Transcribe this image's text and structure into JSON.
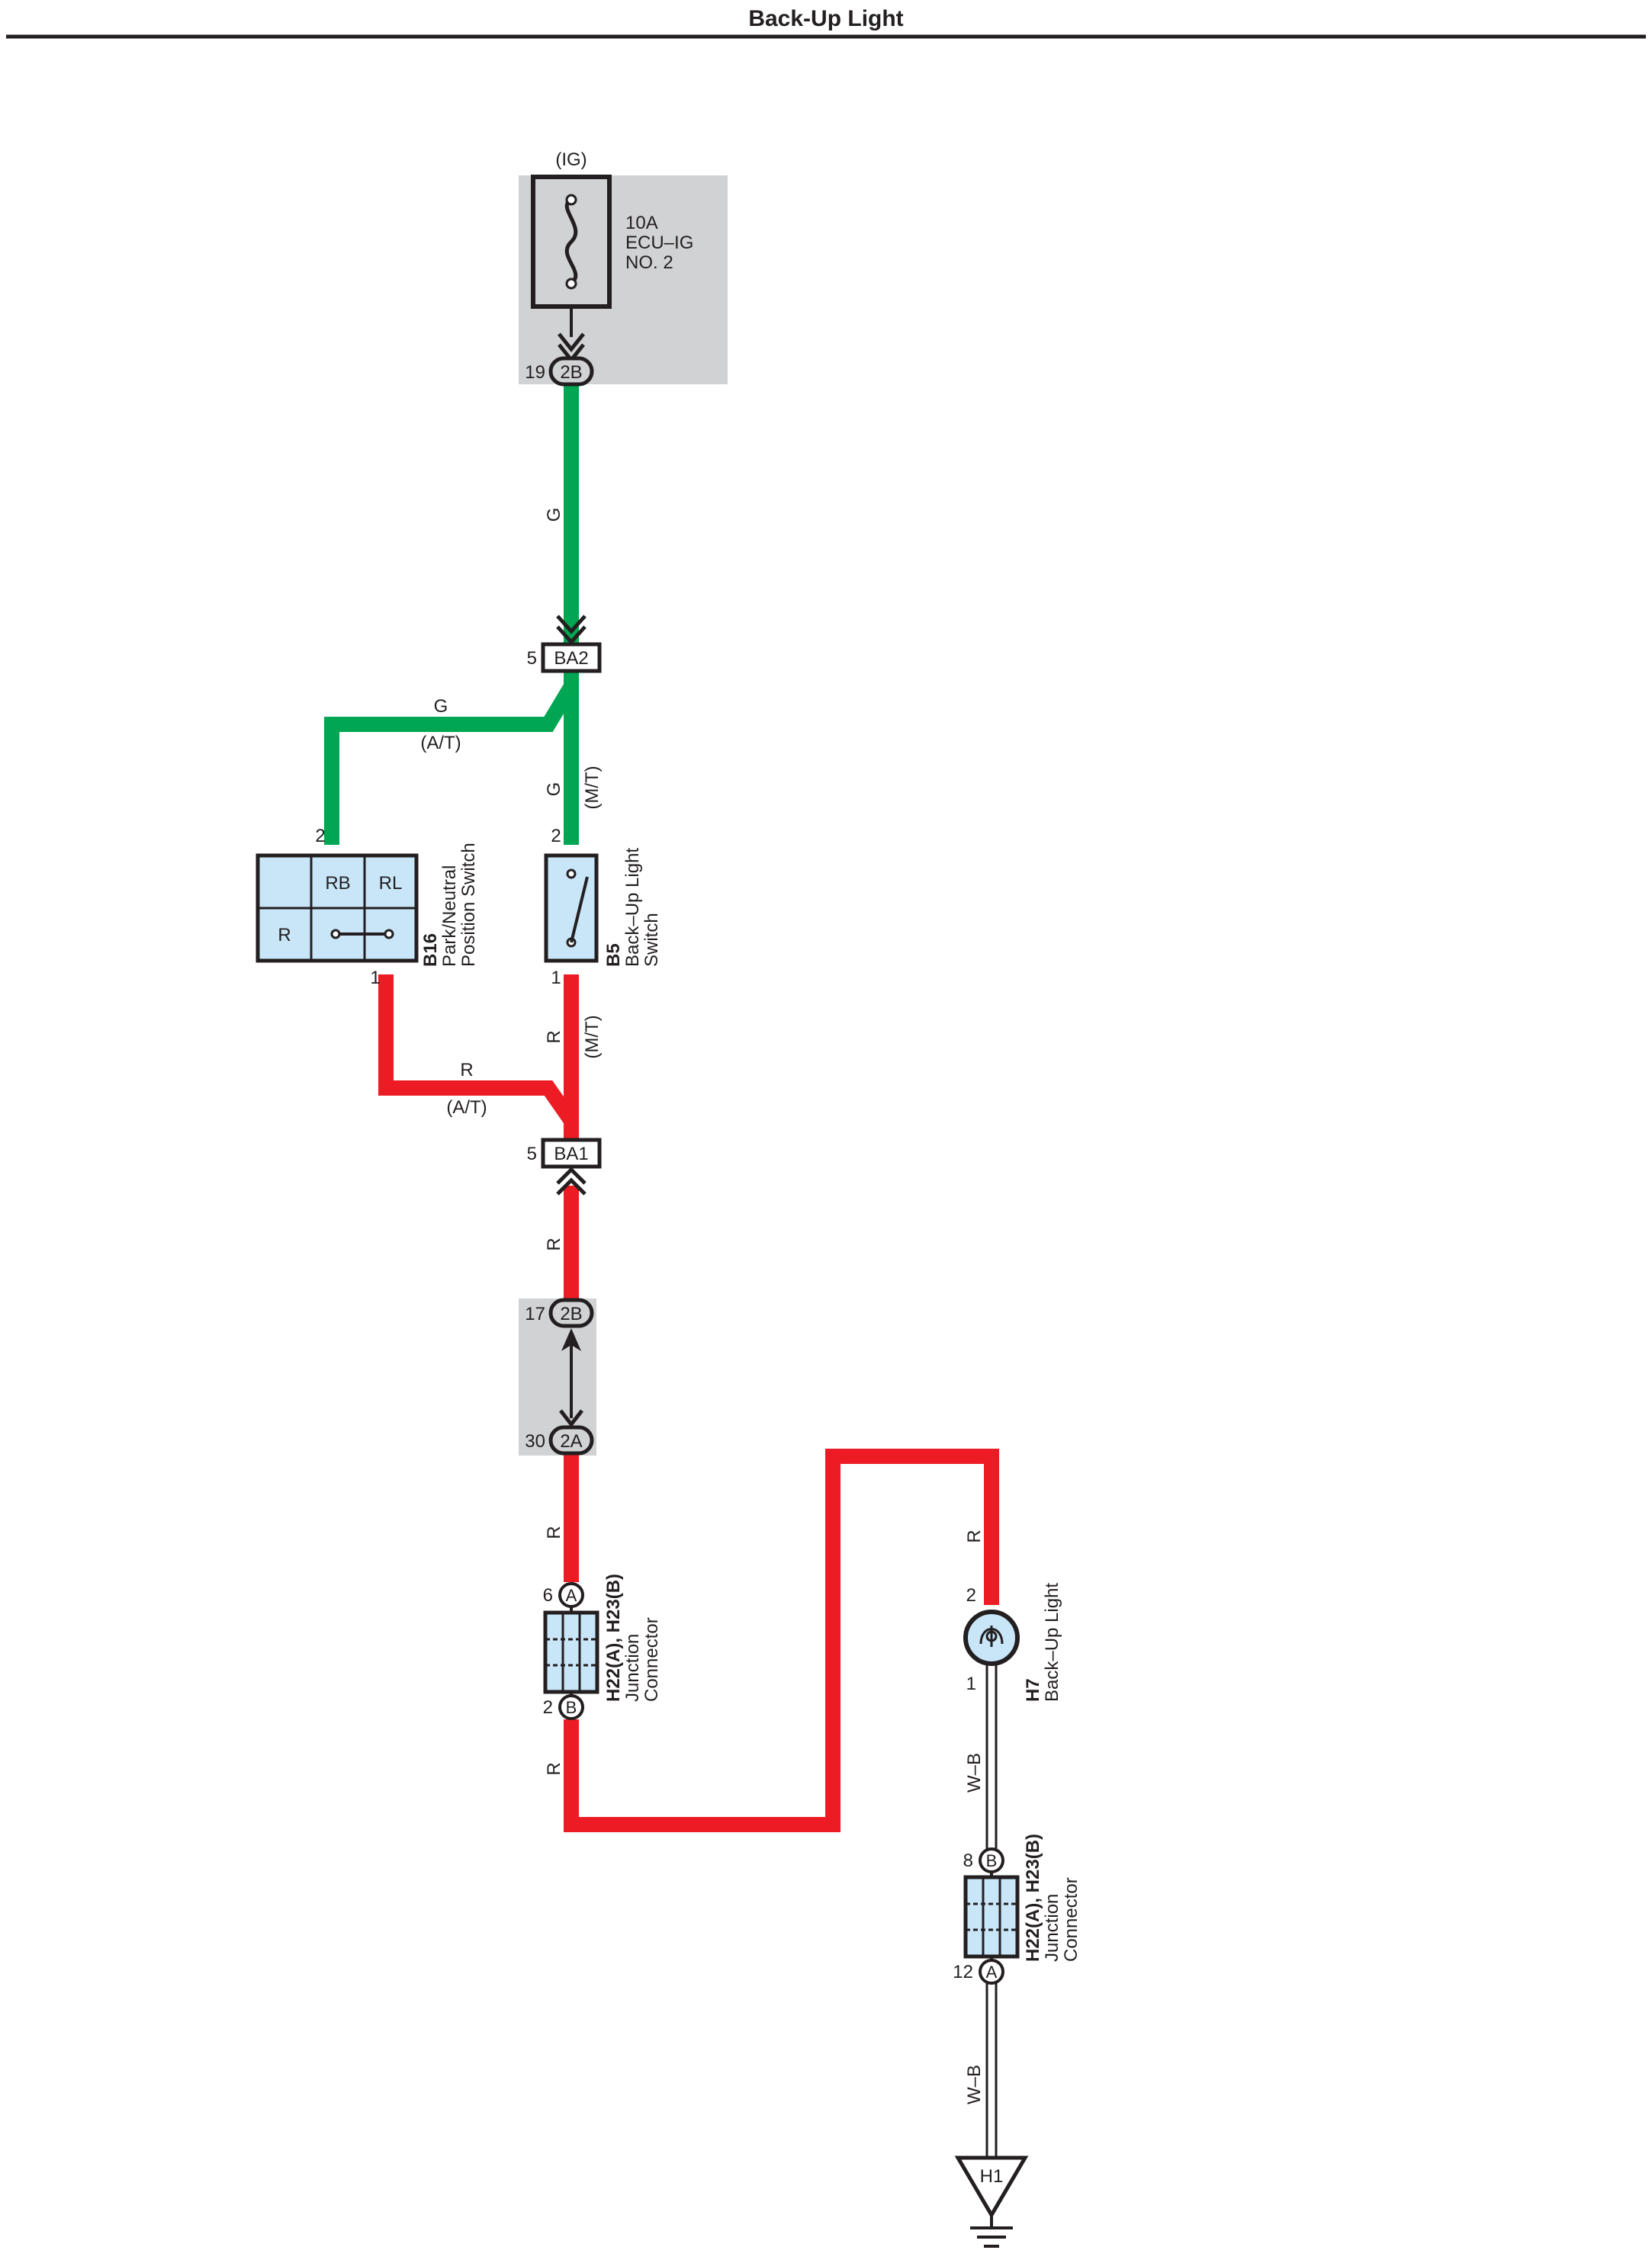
{
  "title": "Back-Up Light",
  "colors": {
    "wire_green": "#00a651",
    "wire_red": "#ed1c24",
    "wire_wb": "#231f20",
    "component_fill": "#c8e6f8",
    "junction_block_fill": "#d1d2d4"
  },
  "fuse": {
    "source": "(IG)",
    "rating": "10A",
    "name_line1": "ECU–IG",
    "name_line2": "NO. 2",
    "out_pin": "19",
    "out_connector": "2B"
  },
  "wires": {
    "g": "G",
    "r": "R",
    "wb": "W–B",
    "at": "(A/T)",
    "mt": "(M/T)"
  },
  "connector_ba2": {
    "pin": "5",
    "name": "BA2"
  },
  "connector_ba1": {
    "pin": "5",
    "name": "BA1"
  },
  "b16": {
    "id": "B16",
    "name_line1": "Park/Neutral",
    "name_line2": "Position Switch",
    "pin_top": "2",
    "pin_bottom": "1",
    "cell_rb": "RB",
    "cell_rl": "RL",
    "cell_r": "R"
  },
  "b5": {
    "id": "B5",
    "name_line1": "Back–Up Light",
    "name_line2": "Switch",
    "pin_top": "2",
    "pin_bottom": "1"
  },
  "jb2": {
    "top_pin": "17",
    "top_connector": "2B",
    "bottom_pin": "30",
    "bottom_connector": "2A"
  },
  "junction1": {
    "id": "H22(A), H23(B)",
    "name_line1": "Junction",
    "name_line2": "Connector",
    "top_pin": "6",
    "top_letter": "A",
    "bottom_pin": "2",
    "bottom_letter": "B"
  },
  "h7": {
    "id": "H7",
    "name": "Back–Up Light",
    "pin_top": "2",
    "pin_bottom": "1"
  },
  "junction2": {
    "id": "H22(A), H23(B)",
    "name_line1": "Junction",
    "name_line2": "Connector",
    "top_pin": "8",
    "top_letter": "B",
    "bottom_pin": "12",
    "bottom_letter": "A"
  },
  "ground": {
    "id": "H1"
  }
}
